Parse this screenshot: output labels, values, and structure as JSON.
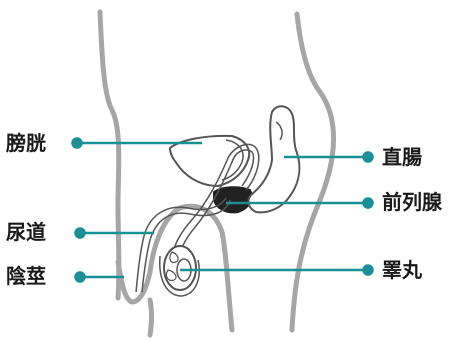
{
  "labels": {
    "bladder": "膀胱",
    "urethra": "尿道",
    "penis": "陰莖",
    "rectum": "直腸",
    "prostate": "前列腺",
    "testicle": "睪丸"
  },
  "colors": {
    "leader_line": "#1a8f96",
    "outline": "#a6a6a6",
    "organ_outline": "#555555",
    "prostate_fill": "#222222",
    "text": "#1a1a1a",
    "background": "#ffffff"
  }
}
